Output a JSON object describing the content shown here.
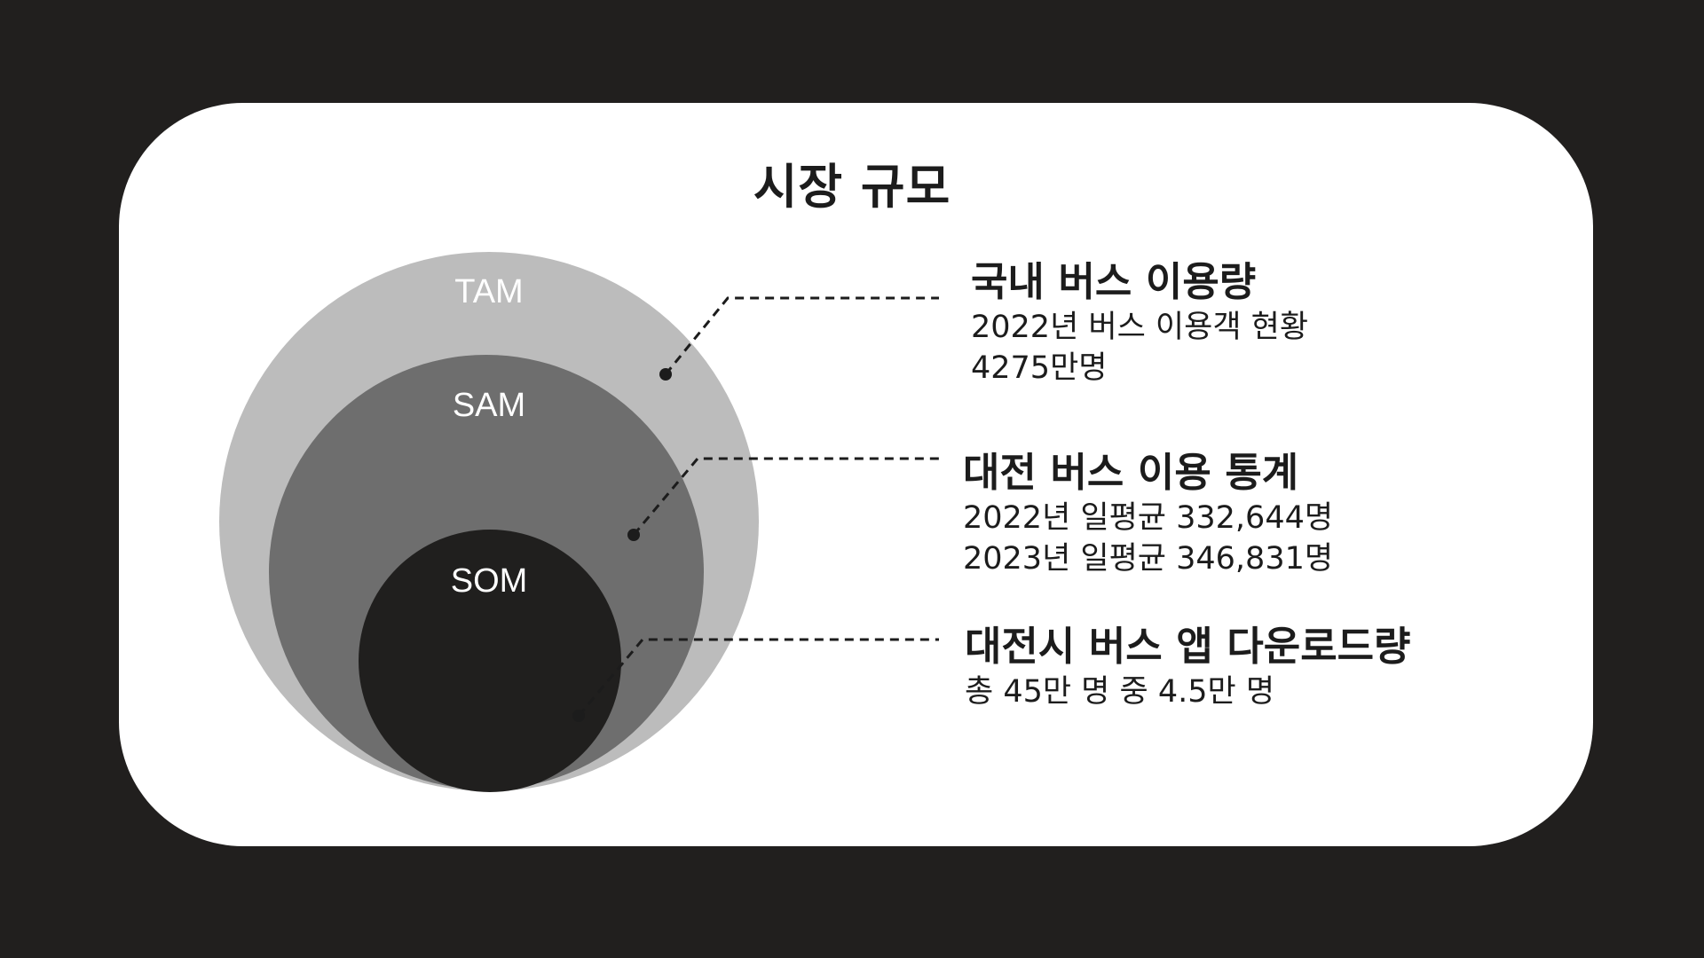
{
  "title": "시장 규모",
  "circles": [
    {
      "label": "TAM",
      "color": "#bcbcbc"
    },
    {
      "label": "SAM",
      "color": "#6e6e6e"
    },
    {
      "label": "SOM",
      "color": "#201f1e"
    }
  ],
  "callouts": [
    {
      "heading": "국내 버스 이용량",
      "lines": [
        "2022년 버스 이용객 현황",
        "4275만명"
      ]
    },
    {
      "heading": "대전 버스 이용 통계",
      "lines": [
        "2022년 일평균 332,644명",
        "2023년 일평균 346,831명"
      ]
    },
    {
      "heading": "대전시 버스 앱 다운로드량",
      "lines": [
        "총 45만 명 중 4.5만 명"
      ]
    }
  ],
  "colors": {
    "background": "#211f1e",
    "card": "#ffffff",
    "text": "#1c1c1c"
  }
}
